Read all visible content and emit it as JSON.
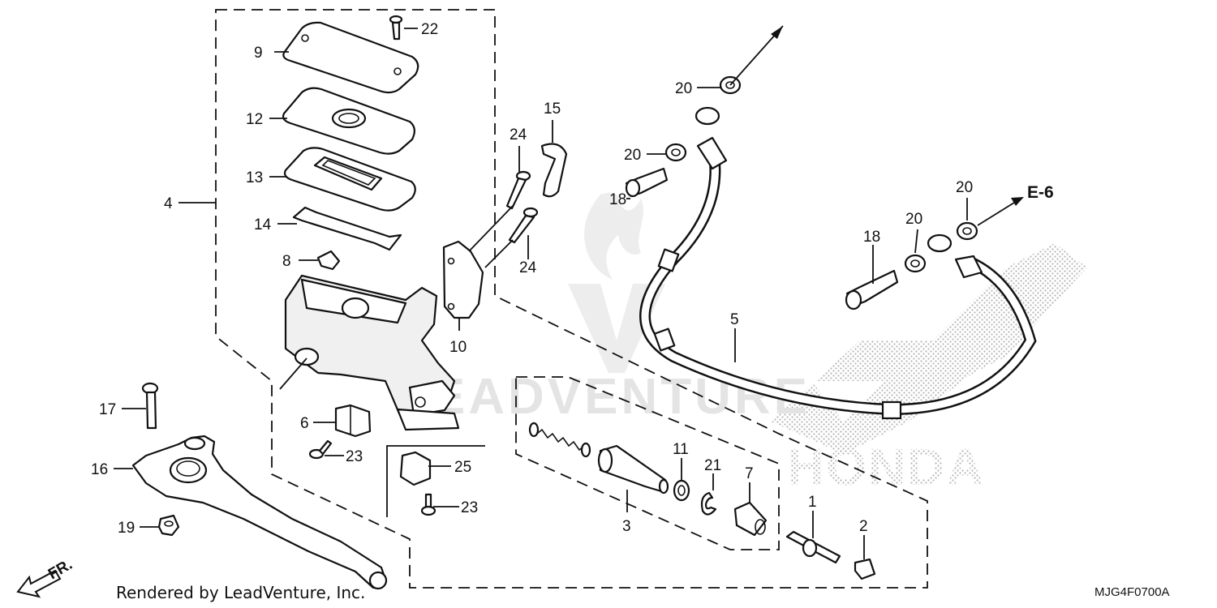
{
  "callouts": {
    "c1": "1",
    "c2": "2",
    "c3": "3",
    "c4": "4",
    "c5": "5",
    "c6": "6",
    "c7": "7",
    "c8": "8",
    "c9": "9",
    "c10": "10",
    "c11": "11",
    "c12": "12",
    "c13": "13",
    "c14": "14",
    "c15": "15",
    "c16": "16",
    "c17": "17",
    "c18a": "18",
    "c18b": "18",
    "c19": "19",
    "c20a": "20",
    "c20b": "20",
    "c20c": "20",
    "c20d": "20",
    "c21": "21",
    "c22": "22",
    "c23a": "23",
    "c23b": "23",
    "c24a": "24",
    "c24b": "24",
    "c25": "25"
  },
  "references": {
    "section_ref": "E-6",
    "front_direction": "FR."
  },
  "footer": {
    "credit": "Rendered by LeadVenture, Inc.",
    "diagram_code": "MJG4F0700A"
  },
  "watermarks": {
    "leadventure": "LEADVENTURE",
    "honda": "HONDA"
  }
}
